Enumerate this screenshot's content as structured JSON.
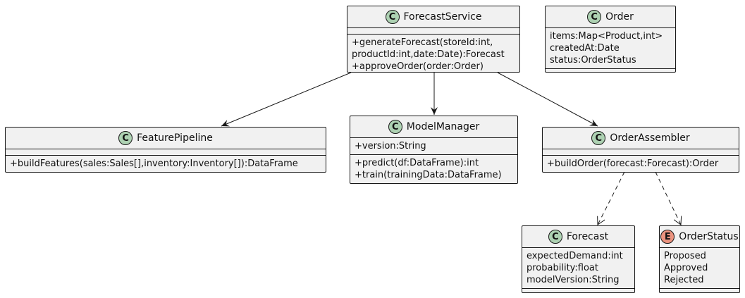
{
  "diagram": {
    "classes": {
      "forecast_service": {
        "name": "ForecastService",
        "stereotype": "C",
        "attributes": [],
        "operations": [
          "+generateForecast(storeId:int,",
          "productId:int,date:Date):Forecast",
          "+approveOrder(order:Order)"
        ]
      },
      "order": {
        "name": "Order",
        "stereotype": "C",
        "attributes": [
          "items:Map<Product,int>",
          "createdAt:Date",
          "status:OrderStatus"
        ],
        "operations": []
      },
      "feature_pipeline": {
        "name": "FeaturePipeline",
        "stereotype": "C",
        "attributes": [],
        "operations": [
          "+buildFeatures(sales:Sales[],inventory:Inventory[]):DataFrame"
        ]
      },
      "model_manager": {
        "name": "ModelManager",
        "stereotype": "C",
        "attributes": [
          "+version:String"
        ],
        "operations": [
          "+predict(df:DataFrame):int",
          "+train(trainingData:DataFrame)"
        ]
      },
      "order_assembler": {
        "name": "OrderAssembler",
        "stereotype": "C",
        "attributes": [],
        "operations": [
          "+buildOrder(forecast:Forecast):Order"
        ]
      },
      "forecast": {
        "name": "Forecast",
        "stereotype": "C",
        "attributes": [
          "expectedDemand:int",
          "probability:float",
          "modelVersion:String"
        ],
        "operations": []
      },
      "order_status": {
        "name": "OrderStatus",
        "stereotype": "E",
        "attributes": [
          "Proposed",
          "Approved",
          "Rejected"
        ],
        "operations": []
      }
    },
    "relations": [
      {
        "from": "ForecastService",
        "to": "FeaturePipeline",
        "style": "solid"
      },
      {
        "from": "ForecastService",
        "to": "ModelManager",
        "style": "solid"
      },
      {
        "from": "ForecastService",
        "to": "OrderAssembler",
        "style": "solid"
      },
      {
        "from": "OrderAssembler",
        "to": "Forecast",
        "style": "dashed"
      },
      {
        "from": "OrderAssembler",
        "to": "OrderStatus",
        "style": "dashed"
      }
    ]
  },
  "colors": {
    "box_fill": "#f1f1f1",
    "border": "#181818",
    "class_icon": "#add1b2",
    "enum_icon": "#eb937f",
    "edge": "#181818"
  }
}
